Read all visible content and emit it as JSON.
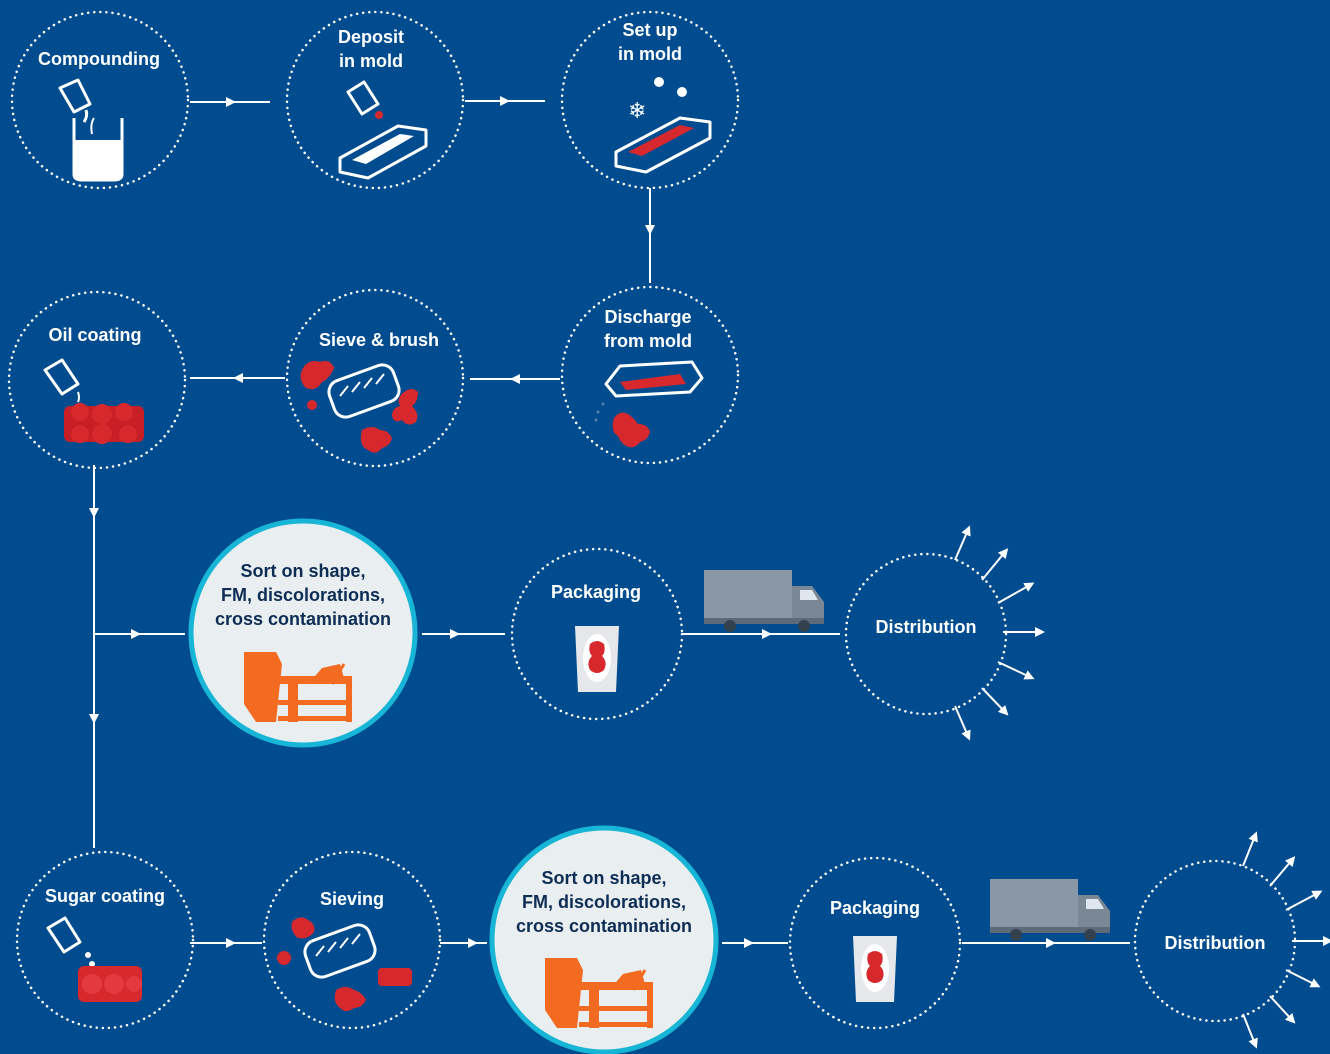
{
  "steps": {
    "compounding": {
      "label": "Compounding"
    },
    "deposit": {
      "line1": "Deposit",
      "line2": "in mold"
    },
    "setup": {
      "line1": "Set up",
      "line2": "in mold"
    },
    "discharge": {
      "line1": "Discharge",
      "line2": "from mold"
    },
    "sieve_brush": {
      "label": "Sieve & brush"
    },
    "oil_coating": {
      "label": "Oil coating"
    },
    "sort_top": {
      "line1": "Sort on shape,",
      "line2": "FM, discolorations,",
      "line3": "cross contamination"
    },
    "packaging_top": {
      "label": "Packaging"
    },
    "distribution_top": {
      "label": "Distribution"
    },
    "sugar_coating": {
      "label": "Sugar coating"
    },
    "sieving": {
      "label": "Sieving"
    },
    "sort_bottom": {
      "line1": "Sort on shape,",
      "line2": "FM, discolorations,",
      "line3": "cross contamination"
    },
    "packaging_bottom": {
      "label": "Packaging"
    },
    "distribution_bottom": {
      "label": "Distribution"
    }
  },
  "colors": {
    "background": "#014c8e",
    "line": "#ffffff",
    "sorter_fill": "#e9eef0",
    "sorter_ring": "#18b6d6",
    "machine": "#f26b21",
    "gummy": "#d7282e",
    "truck": "#8a98a6"
  }
}
